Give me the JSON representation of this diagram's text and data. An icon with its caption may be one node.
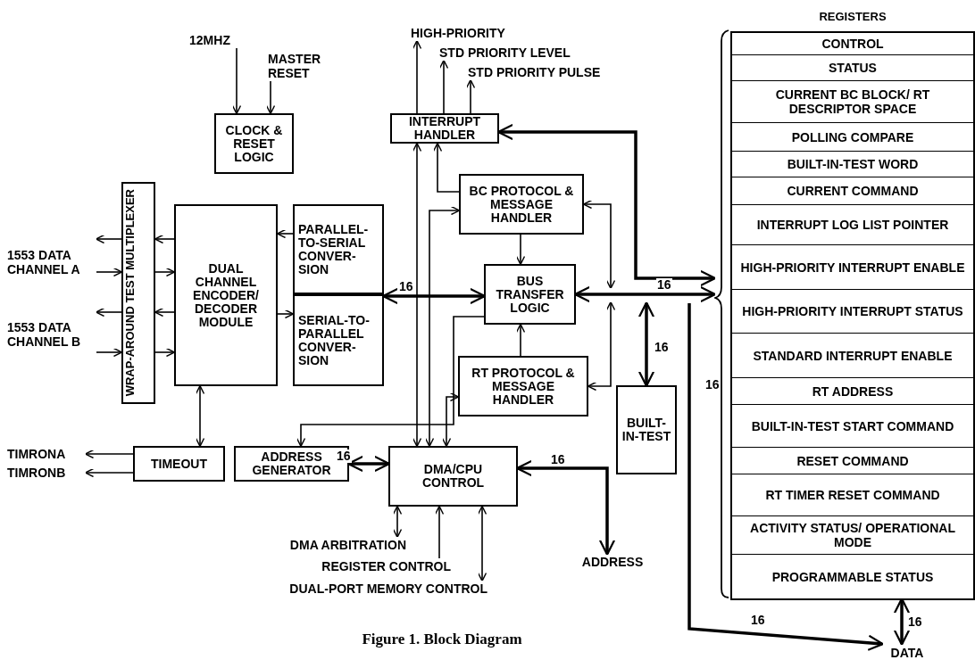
{
  "diagram": {
    "caption": "Figure 1. Block Diagram",
    "nodes": [
      {
        "text": [
          "12MHZ"
        ]
      },
      {
        "text": [
          "MASTER RESET"
        ]
      },
      {
        "text": [
          "CLOCK & RESET LOGIC"
        ]
      },
      {
        "text": [
          "WRAP-AROUND TEST MULTIPLEXER"
        ]
      },
      {
        "text": [
          "DUAL CHANNEL ENCODER/ DECODER MODULE"
        ]
      },
      {
        "text": [
          "PARALLEL-TO-SERIAL CONVER-SION"
        ]
      },
      {
        "text": [
          "SERIAL-TO-PARALLEL CONVER-SION"
        ]
      },
      {
        "text": [
          "1553 DATA CHANNEL A"
        ]
      },
      {
        "text": [
          "1553 DATA CHANNEL B"
        ]
      },
      {
        "text": [
          "HIGH-PRIORITY"
        ]
      },
      {
        "text": [
          "STD PRIORITY LEVEL"
        ]
      },
      {
        "text": [
          "STD PRIORITY PULSE"
        ]
      },
      {
        "text": [
          "INTERRUPT HANDLER"
        ]
      },
      {
        "text": [
          "BC PROTOCOL & MESSAGE HANDLER"
        ]
      },
      {
        "text": [
          "BUS TRANSFER LOGIC"
        ]
      },
      {
        "text": [
          "RT PROTOCOL & MESSAGE HANDLER"
        ]
      },
      {
        "text": [
          "BUILT-IN-TEST"
        ]
      },
      {
        "text": [
          "TIMEOUT"
        ]
      },
      {
        "text": [
          "TIMRONA"
        ]
      },
      {
        "text": [
          "TIMRONB"
        ]
      },
      {
        "text": [
          "ADDRESS GENERATOR"
        ]
      },
      {
        "text": [
          "DMA/CPU CONTROL"
        ]
      },
      {
        "text": [
          "DMA ARBITRATION"
        ]
      },
      {
        "text": [
          "REGISTER CONTROL"
        ]
      },
      {
        "text": [
          "DUAL-PORT MEMORY CONTROL"
        ]
      },
      {
        "text": [
          "ADDRESS"
        ]
      },
      {
        "text": [
          "REGISTERS"
        ]
      },
      {
        "text": [
          "CONTROL"
        ],
        "in": 26
      },
      {
        "text": [
          "STATUS"
        ],
        "in": 26
      },
      {
        "text": [
          "CURRENT BC BLOCK/ RT DESCRIPTOR SPACE"
        ],
        "in": 26
      },
      {
        "text": [
          "POLLING COMPARE"
        ],
        "in": 26
      },
      {
        "text": [
          "BUILT-IN-TEST WORD"
        ],
        "in": 26
      },
      {
        "text": [
          "CURRENT COMMAND"
        ],
        "in": 26
      },
      {
        "text": [
          "INTERRUPT LOG LIST POINTER"
        ],
        "in": 26
      },
      {
        "text": [
          "HIGH-PRIORITY INTERRUPT ENABLE"
        ],
        "in": 26
      },
      {
        "text": [
          "HIGH-PRIORITY INTERRUPT STATUS"
        ],
        "in": 26
      },
      {
        "text": [
          "STANDARD INTERRUPT ENABLE"
        ],
        "in": 26
      },
      {
        "text": [
          "RT ADDRESS"
        ],
        "in": 26
      },
      {
        "text": [
          "BUILT-IN-TEST START COMMAND"
        ],
        "in": 26
      },
      {
        "text": [
          "RESET COMMAND"
        ],
        "in": 26
      },
      {
        "text": [
          "RT TIMER RESET COMMAND"
        ],
        "in": 26
      },
      {
        "text": [
          "ACTIVITY STATUS/ OPERATIONAL MODE"
        ],
        "in": 26
      },
      {
        "text": [
          "PROGRAMMABLE STATUS"
        ],
        "in": 26
      },
      {
        "text": [
          "DATA"
        ]
      }
    ],
    "edges": [
      {
        "from": 0,
        "to": 2,
        "arrow": "to"
      },
      {
        "from": 1,
        "to": 2,
        "arrow": "to"
      },
      {
        "from": 12,
        "to": 9,
        "arrow": "to"
      },
      {
        "from": 12,
        "to": 10,
        "arrow": "to"
      },
      {
        "from": 12,
        "to": 11,
        "arrow": "to"
      },
      {
        "from": 3,
        "to": 7,
        "arrow": "to"
      },
      {
        "from": 7,
        "to": 3,
        "arrow": "to"
      },
      {
        "from": 3,
        "to": 8,
        "arrow": "to"
      },
      {
        "from": 8,
        "to": 3,
        "arrow": "to"
      },
      {
        "from": 4,
        "to": 3,
        "arrow": "to"
      },
      {
        "from": 3,
        "to": 4,
        "arrow": "to"
      },
      {
        "from": 4,
        "to": 3,
        "arrow": "to"
      },
      {
        "from": 3,
        "to": 4,
        "arrow": "to"
      },
      {
        "from": 5,
        "to": 4,
        "arrow": "to"
      },
      {
        "from": 4,
        "to": 6,
        "arrow": "to"
      },
      {
        "from": 4,
        "to": 17,
        "arrow": "both"
      },
      {
        "from": 17,
        "to": 18,
        "arrow": "to"
      },
      {
        "from": 17,
        "to": 19,
        "arrow": "to"
      },
      {
        "from": 14,
        "to": 6,
        "arrow": "both",
        "label": "16",
        "style": "thick"
      },
      {
        "from": 14,
        "to": 26,
        "arrow": "both",
        "label": "16",
        "style": "thick"
      },
      {
        "from": 12,
        "to": 26,
        "arrow": "both",
        "style": "thick"
      },
      {
        "from": 13,
        "to": null,
        "arrow": "both"
      },
      {
        "from": 15,
        "to": null,
        "arrow": "both"
      },
      {
        "from": 16,
        "to": null,
        "arrow": "both",
        "label": "16",
        "style": "thick"
      },
      {
        "from": 13,
        "to": 14,
        "arrow": "to"
      },
      {
        "from": 15,
        "to": 14,
        "arrow": "to"
      },
      {
        "from": 21,
        "to": 12,
        "arrow": "both"
      },
      {
        "from": 21,
        "to": 13,
        "arrow": "both"
      },
      {
        "from": 13,
        "to": 12,
        "arrow": "to"
      },
      {
        "from": 21,
        "to": 15,
        "arrow": "both"
      },
      {
        "from": 14,
        "to": 20,
        "arrow": "to"
      },
      {
        "from": 20,
        "to": 21,
        "arrow": "both",
        "label": "16",
        "style": "thick"
      },
      {
        "from": 21,
        "to": 25,
        "arrow": "both",
        "label": "16",
        "style": "thick"
      },
      {
        "from": 21,
        "to": 22,
        "arrow": "both"
      },
      {
        "from": 23,
        "to": 21,
        "arrow": "to"
      },
      {
        "from": 21,
        "to": 24,
        "arrow": "both"
      },
      {
        "from": 26,
        "to": 43,
        "arrow": "both",
        "label": "16",
        "style": "thick"
      },
      {
        "from": null,
        "to": 43,
        "arrow": "to",
        "label": "16",
        "style": "thick"
      }
    ],
    "labels": [
      "16"
    ]
  }
}
